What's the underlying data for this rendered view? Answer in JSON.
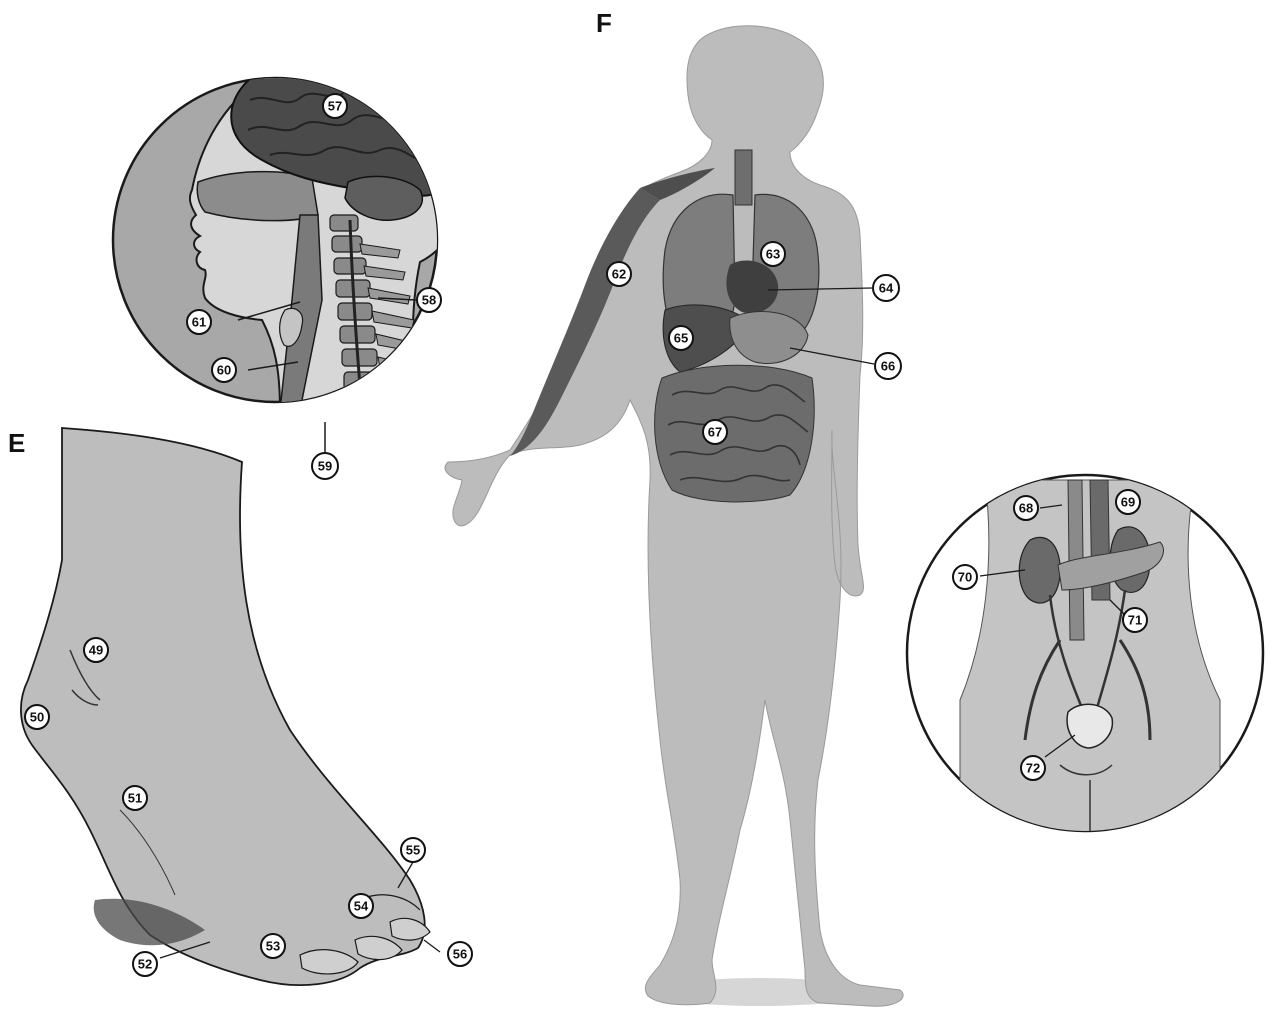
{
  "panels": {
    "e": {
      "letter": "E"
    },
    "f": {
      "letter": "F"
    }
  },
  "callouts": {
    "c49": "49",
    "c50": "50",
    "c51": "51",
    "c52": "52",
    "c53": "53",
    "c54": "54",
    "c55": "55",
    "c56": "56",
    "c57": "57",
    "c58": "58",
    "c59": "59",
    "c60": "60",
    "c61": "61",
    "c62": "62",
    "c63": "63",
    "c64": "64",
    "c65": "65",
    "c66": "66",
    "c67": "67",
    "c68": "68",
    "c69": "69",
    "c70": "70",
    "c71": "71",
    "c72": "72"
  },
  "colors": {
    "skin": "#b9b9b9",
    "organ_dark": "#5a5a5a",
    "organ_mid": "#7d7d7d",
    "circle_bg": "#a8a8a8",
    "outline": "#1a1a1a"
  }
}
